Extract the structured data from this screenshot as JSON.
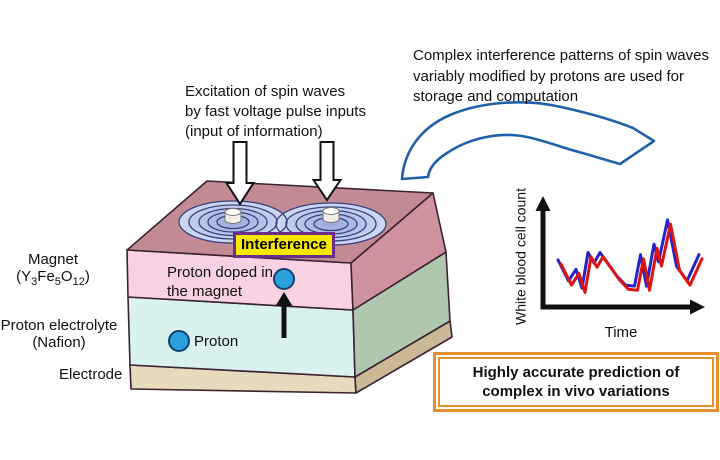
{
  "captions": {
    "excitation_lines": [
      "Excitation of spin waves",
      "by fast voltage pulse inputs",
      "(input of information)"
    ],
    "output_lines": [
      "Complex interference patterns of spin waves",
      "variably modified by protons are used for",
      "storage and computation"
    ]
  },
  "device": {
    "interference_label": "Interference",
    "proton_doped_lines": [
      "Proton doped in",
      "the magnet"
    ],
    "proton_label": "Proton",
    "magnet_label": "Magnet",
    "magnet_formula": [
      {
        "t": "(Y"
      },
      {
        "t": "3",
        "sub": true
      },
      {
        "t": "Fe"
      },
      {
        "t": "5",
        "sub": true
      },
      {
        "t": "O"
      },
      {
        "t": "12",
        "sub": true
      },
      {
        "t": ")"
      }
    ],
    "electrolyte_lines": [
      "Proton electrolyte",
      "(Nafion)"
    ],
    "electrode_label": "Electrode",
    "colors": {
      "top_face": "#c28b93",
      "magnet_front": "#f8d2e2",
      "magnet_side": "#cf93a0",
      "electrolyte_front": "#d9f2f0",
      "electrolyte_side": "#afc7af",
      "electrode_front": "#e7dbbe",
      "electrode_side": "#cbb996",
      "outline": "#3a2230",
      "wave_core": "#96a9da",
      "wave_mid": "#bcc9ec",
      "wave_edge": "#dde4f7",
      "wave_ring": "#39417e",
      "cylinder_fill": "#f2efe8",
      "cylinder_top": "#fdfdfa",
      "cylinder_stroke": "#777777",
      "proton_fill": "#2ba0dd",
      "proton_stroke": "#16416e",
      "interference_bg": "#f6e800",
      "interference_border": "#6b2d87",
      "flow_arrow_stroke": "#2060a8",
      "axis_color": "#111111"
    }
  },
  "chart_data": {
    "type": "line",
    "title": "",
    "xlabel": "Time",
    "ylabel": "White blood cell count",
    "axis_style": "schematic black arrows, no ticks, no gridlines, no legend",
    "xlim": [
      0,
      100
    ],
    "ylim": [
      0,
      100
    ],
    "series": [
      {
        "name": "blue",
        "color": "#2424c8",
        "x": [
          4,
          11,
          16,
          20,
          24,
          28,
          32,
          43,
          49,
          55,
          59,
          63,
          68,
          71,
          77,
          83,
          90,
          98
        ],
        "y": [
          43,
          23,
          34,
          16,
          50,
          40,
          50,
          28,
          19,
          18,
          48,
          18,
          58,
          41,
          81,
          37,
          23,
          48
        ]
      },
      {
        "name": "red",
        "color": "#de1414",
        "x": [
          6,
          13,
          18,
          22,
          26,
          30,
          34,
          45,
          51,
          57,
          61,
          65,
          70,
          73,
          79,
          85,
          92,
          100
        ],
        "y": [
          39,
          19,
          30,
          12,
          46,
          36,
          46,
          24,
          15,
          14,
          44,
          14,
          54,
          37,
          77,
          33,
          19,
          44
        ]
      }
    ]
  },
  "prediction_box": {
    "lines": [
      "Highly accurate prediction of",
      "complex in vivo variations"
    ],
    "border_color": "#e78f2e"
  }
}
